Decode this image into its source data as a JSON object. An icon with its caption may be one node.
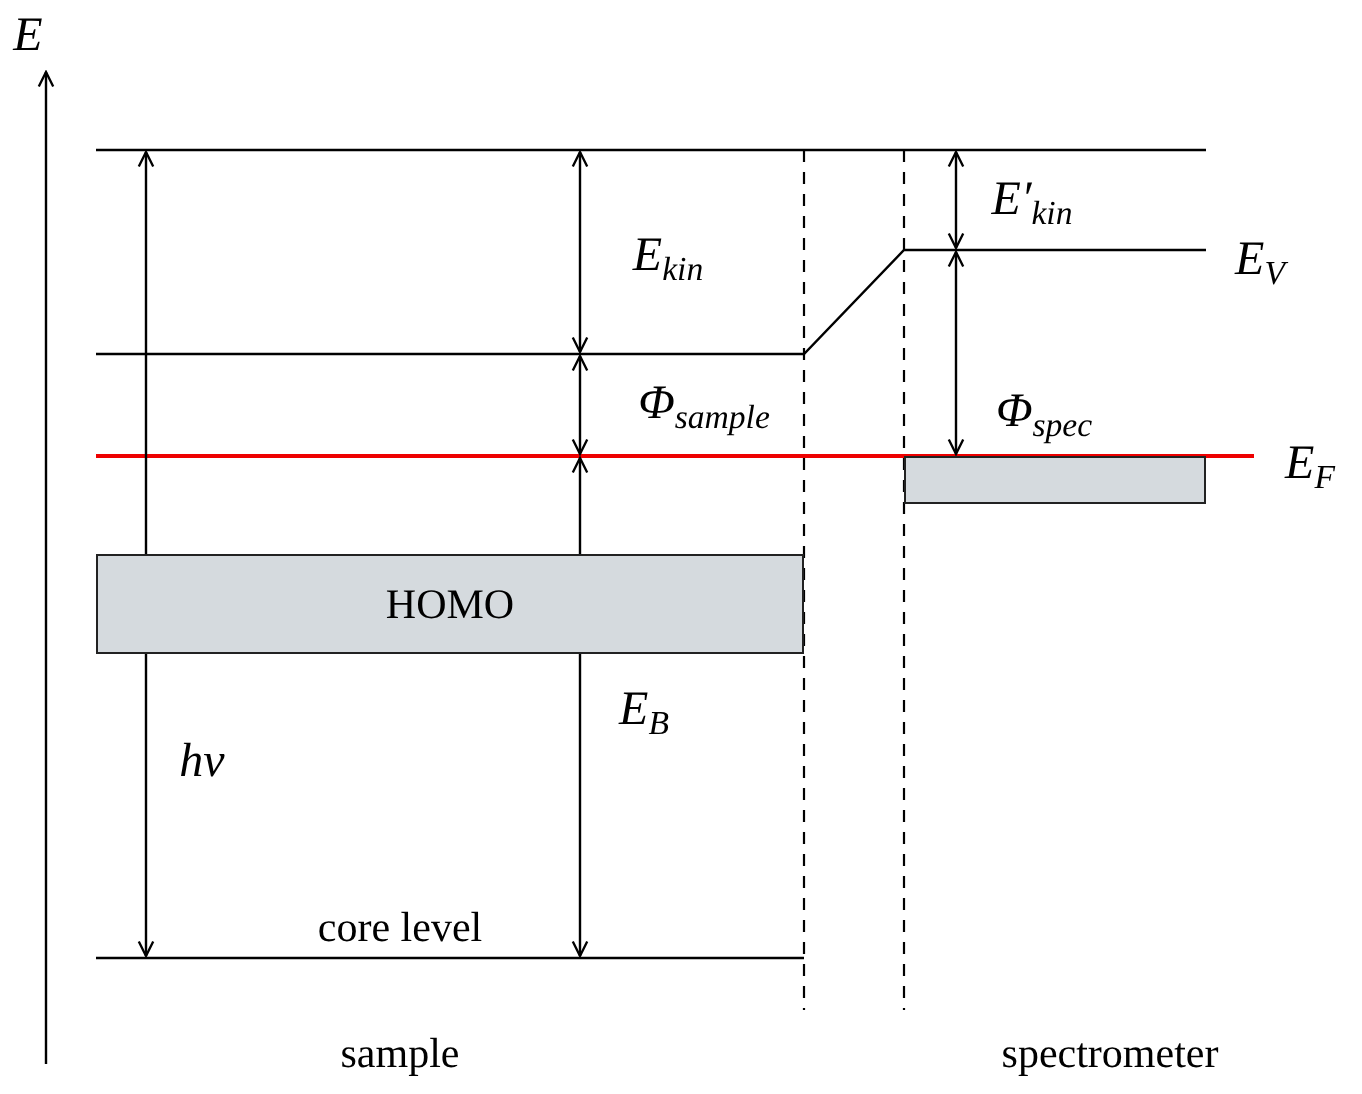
{
  "diagram": {
    "nodes": [
      {
        "text": [
          "HOMO"
        ]
      },
      {
        "text": [],
        "shape": "box"
      }
    ],
    "labels": [
      "E",
      "E′$_{kin}$",
      "E$_{kin}$",
      "E$_{V}$",
      "Φ$_{sample}$",
      "Φ$_{spec}$",
      "E$_{F}$",
      "E$_{B}$",
      "hν",
      "core level",
      "sample",
      "spectrometer"
    ]
  }
}
